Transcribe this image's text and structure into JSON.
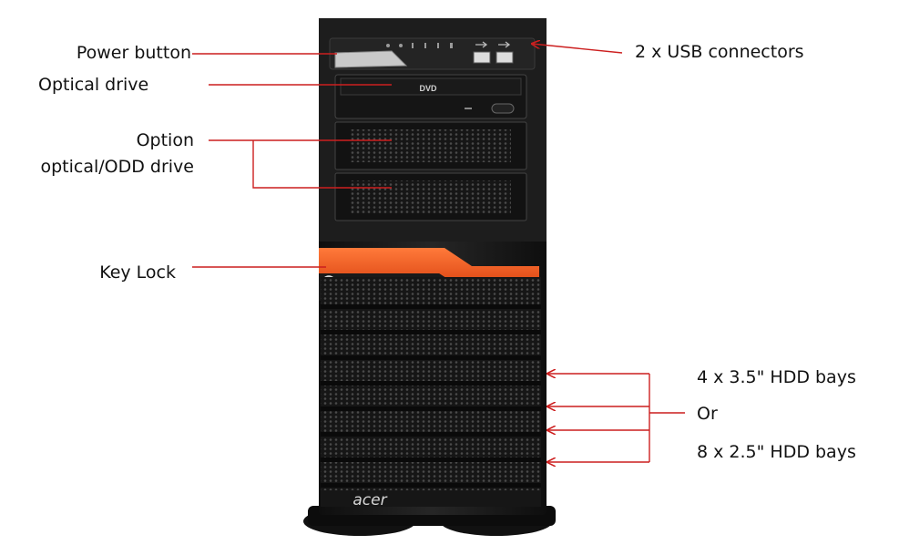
{
  "labels": {
    "power_button": "Power button",
    "optical_drive": "Optical drive",
    "option_line1": "Option",
    "option_line2": "optical/ODD drive",
    "key_lock": "Key Lock",
    "usb": "2 x USB connectors",
    "hdd_35": "4 x 3.5\" HDD bays",
    "hdd_or": "Or",
    "hdd_25": "8 x 2.5\" HDD bays"
  },
  "device": {
    "logo": "acer",
    "dvd_badge": "DVD"
  },
  "colors": {
    "leader_line": "#cc1f1f",
    "case_body": "#1b1b1b",
    "accent_orange": "#f0561e",
    "background": "#ffffff"
  }
}
